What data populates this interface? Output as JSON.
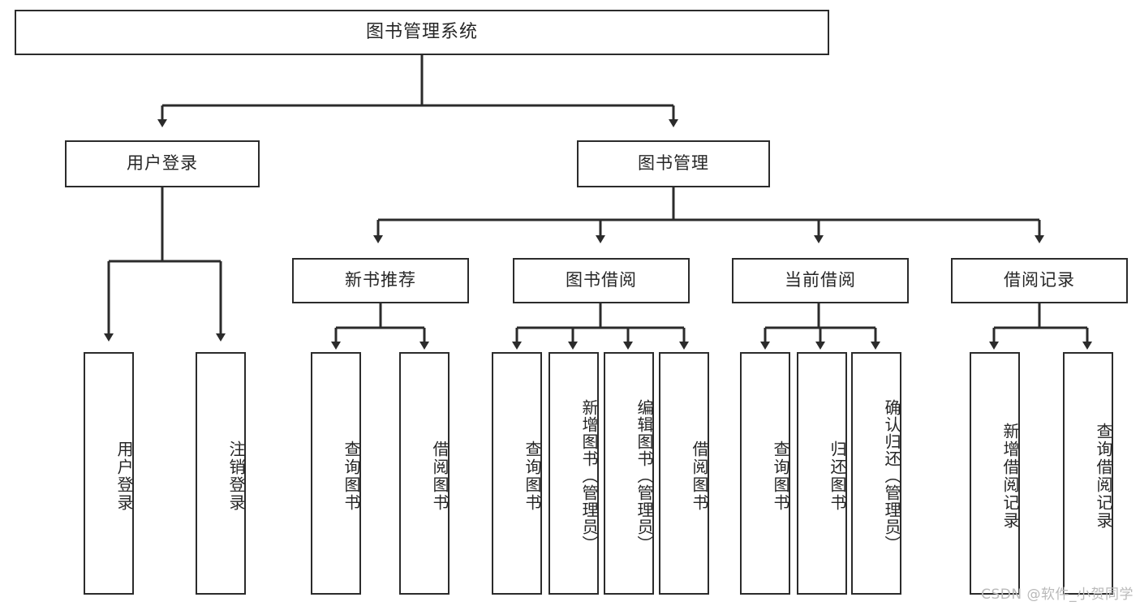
{
  "diagram": {
    "title": "图书管理系统",
    "type": "tree",
    "colors": {
      "box_border": "#2b2b2b",
      "box_fill": "#ffffff",
      "text": "#262626",
      "edge": "#2b2b2b",
      "watermark": "#b9b9b9",
      "background": "#ffffff"
    },
    "watermark": "CSDN @软件_小贺同学",
    "nodes": {
      "root": {
        "label": "图书管理系统"
      },
      "level2": [
        {
          "label": "用户登录"
        },
        {
          "label": "图书管理"
        }
      ],
      "level3": [
        {
          "label": "新书推荐"
        },
        {
          "label": "图书借阅"
        },
        {
          "label": "当前借阅"
        },
        {
          "label": "借阅记录"
        }
      ],
      "leaves": {
        "user_login": [
          {
            "label": "用户登录"
          },
          {
            "label": "注销登录"
          }
        ],
        "new_book_recommend": [
          {
            "label": "查询图书"
          },
          {
            "label": "借阅图书"
          }
        ],
        "book_borrow": [
          {
            "label": "查询图书"
          },
          {
            "label": "新增图书（管理员）"
          },
          {
            "label": "编辑图书（管理员）"
          },
          {
            "label": "借阅图书"
          }
        ],
        "current_borrow": [
          {
            "label": "查询图书"
          },
          {
            "label": "归还图书"
          },
          {
            "label": "确认归还（管理员）"
          }
        ],
        "borrow_record": [
          {
            "label": "新增借阅记录"
          },
          {
            "label": "查询借阅记录"
          }
        ]
      }
    }
  }
}
